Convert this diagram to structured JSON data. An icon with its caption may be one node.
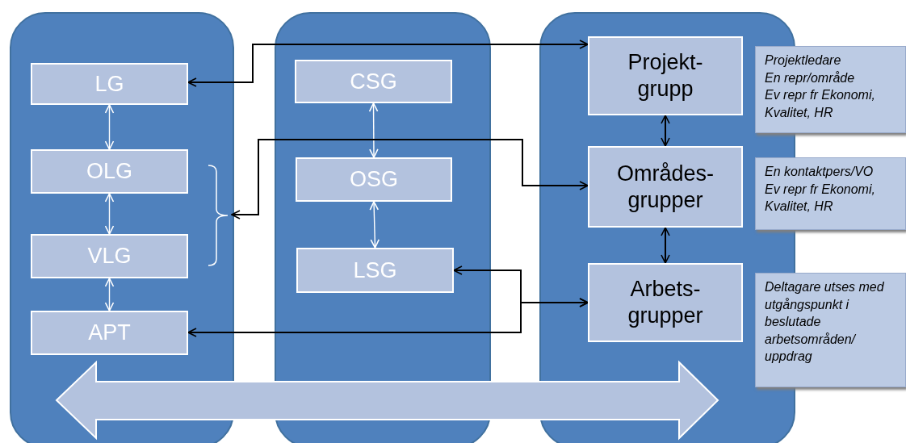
{
  "diagram": {
    "nodes": [
      {
        "text": [],
        "shape": "box"
      },
      {
        "text": [
          "LG"
        ],
        "in": 0
      },
      {
        "text": [
          "OLG"
        ],
        "in": 0
      },
      {
        "text": [
          "VLG"
        ],
        "in": 0
      },
      {
        "text": [
          "APT"
        ],
        "in": 0
      },
      {
        "text": [],
        "shape": "brace",
        "in": 0
      },
      {
        "text": [],
        "shape": "box"
      },
      {
        "text": [
          "CSG"
        ],
        "in": 6
      },
      {
        "text": [
          "OSG"
        ],
        "in": 6
      },
      {
        "text": [
          "LSG"
        ],
        "in": 6
      },
      {
        "text": [],
        "shape": "box"
      },
      {
        "text": [
          "Projekt- grupp"
        ],
        "in": 10
      },
      {
        "text": [
          "Områdes- grupper"
        ],
        "in": 10
      },
      {
        "text": [
          "Arbets- grupper"
        ],
        "in": 10
      },
      {
        "text": [
          "Projektledare",
          "En repr/område",
          "Ev repr fr Ekonomi, Kvalitet, HR"
        ]
      },
      {
        "text": [
          "En kontaktpers/VO",
          "Ev repr fr Ekonomi, Kvalitet, HR"
        ]
      },
      {
        "text": [
          "Deltagare utses med utgångspunkt i beslutade arbetsområden/ uppdrag"
        ]
      }
    ],
    "edges": [
      {
        "from": 1,
        "to": 2,
        "arrow": "both",
        "color": "#ffffff"
      },
      {
        "from": 2,
        "to": 3,
        "arrow": "both",
        "color": "#ffffff"
      },
      {
        "from": 3,
        "to": 4,
        "arrow": "both",
        "color": "#ffffff"
      },
      {
        "from": 7,
        "to": 8,
        "arrow": "both",
        "color": "#ffffff"
      },
      {
        "from": 8,
        "to": 9,
        "arrow": "both",
        "color": "#ffffff"
      },
      {
        "from": 11,
        "to": 12,
        "arrow": "both"
      },
      {
        "from": 12,
        "to": 13,
        "arrow": "both"
      },
      {
        "from": 1,
        "to": 11,
        "arrow": "both"
      },
      {
        "from": 5,
        "to": 12,
        "arrow": "both"
      },
      {
        "from": 9,
        "to": 13,
        "arrow": "both"
      },
      {
        "from": 4,
        "to": 13,
        "arrow": "both"
      }
    ]
  }
}
